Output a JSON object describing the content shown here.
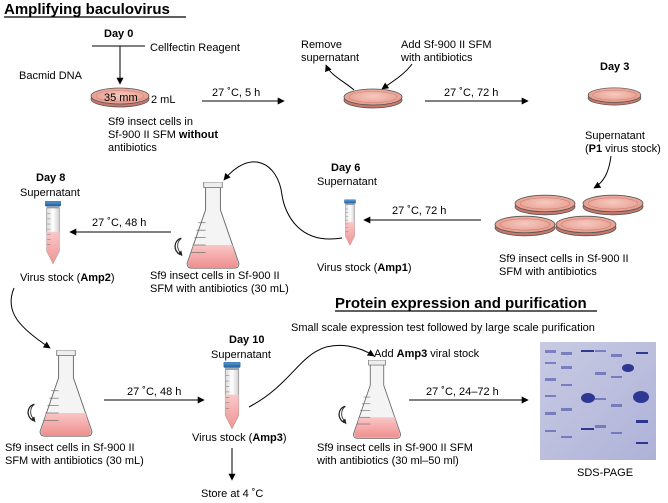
{
  "titles": {
    "amplifying": "Amplifying baculovirus",
    "protein": "Protein expression and purification",
    "protein_sub": "Small scale expression test followed by large scale purification"
  },
  "day0": {
    "day": "Day 0",
    "bacmid": "Bacmid DNA",
    "cellfectin": "Cellfectin Reagent",
    "dish_size": "35 mm",
    "volume": "2 mL",
    "desc_line1": "Sf9 insect cells in",
    "desc_line2_pre": "Sf-900 II SFM ",
    "desc_line2_bold": "without",
    "desc_line3": "antibiotics"
  },
  "step1": {
    "arrow_label": "27 ˚C, 5 h",
    "remove_line1": "Remove",
    "remove_line2": "supernatant",
    "add_line1": "Add Sf-900 II SFM",
    "add_line2": "with antibiotics"
  },
  "day3": {
    "arrow_label": "27 ˚C, 72 h",
    "day": "Day 3",
    "sup_line1": "Supernatant",
    "sup_pre": "(",
    "sup_bold": "P1",
    "sup_post": " virus stock)"
  },
  "plates": {
    "desc_line1": "Sf9 insect cells in Sf-900 II",
    "desc_line2": "SFM with antibiotics"
  },
  "day6": {
    "day": "Day 6",
    "supernatant": "Supernatant",
    "arrow_label": "27 ˚C, 72 h",
    "stock_pre": "Virus stock (",
    "stock_bold": "Amp1",
    "stock_post": ")"
  },
  "flask1": {
    "desc_line1": "Sf9 insect cells in Sf-900 II",
    "desc_line2": "SFM with antibiotics (30 mL)"
  },
  "day8": {
    "day": "Day 8",
    "supernatant": "Supernatant",
    "arrow_label": "27 ˚C, 48 h",
    "stock_pre": "Virus stock (",
    "stock_bold": "Amp2",
    "stock_post": ")"
  },
  "flask2": {
    "desc_line1": "Sf9 insect cells in Sf-900 II",
    "desc_line2": "SFM with antibiotics (30 mL)",
    "arrow_label": "27 ˚C, 48 h"
  },
  "day10": {
    "day": "Day 10",
    "supernatant": "Supernatant",
    "stock_pre": "Virus stock (",
    "stock_bold": "Amp3",
    "stock_post": ")",
    "store": "Store at 4 ˚C"
  },
  "expression": {
    "add_pre": "Add ",
    "add_bold": "Amp3",
    "add_post": " viral stock",
    "arrow_label": "27 ˚C, 24–72 h",
    "desc_line1": "Sf9 insect cells in Sf-900 II SFM",
    "desc_line2": "with antibiotics (30 ml–50 ml)",
    "gel_label": "SDS-PAGE"
  }
}
